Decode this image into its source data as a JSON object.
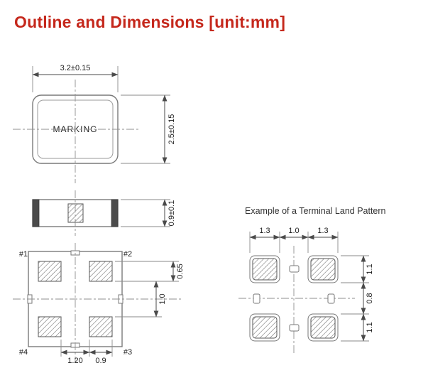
{
  "title": "Outline and Dimensions [unit:mm]",
  "colors": {
    "title_red": "#c5281c",
    "line_gray": "#7a7a7a",
    "dim_gray": "#4a4a4a"
  },
  "top_view": {
    "marking": "MARKING",
    "dim_width": "3.2±0.15",
    "dim_height": "2.5±0.15"
  },
  "side_view": {
    "dim_thickness": "0.9±0.1"
  },
  "bottom_view": {
    "pin1": "#1",
    "pin2": "#2",
    "pin3": "#3",
    "pin4": "#4",
    "dim_pad_height": "0.65",
    "dim_row_gap": "1.0",
    "dim_inner_gap": "1.20",
    "dim_pad_width": "0.9"
  },
  "land_pattern": {
    "caption": "Example of a Terminal Land Pattern",
    "dim_pad_width_left": "1.3",
    "dim_center_gap": "1.0",
    "dim_pad_width_right": "1.3",
    "dim_pad_height_top": "1.1",
    "dim_row_gap": "0.8",
    "dim_pad_height_bottom": "1.1"
  }
}
